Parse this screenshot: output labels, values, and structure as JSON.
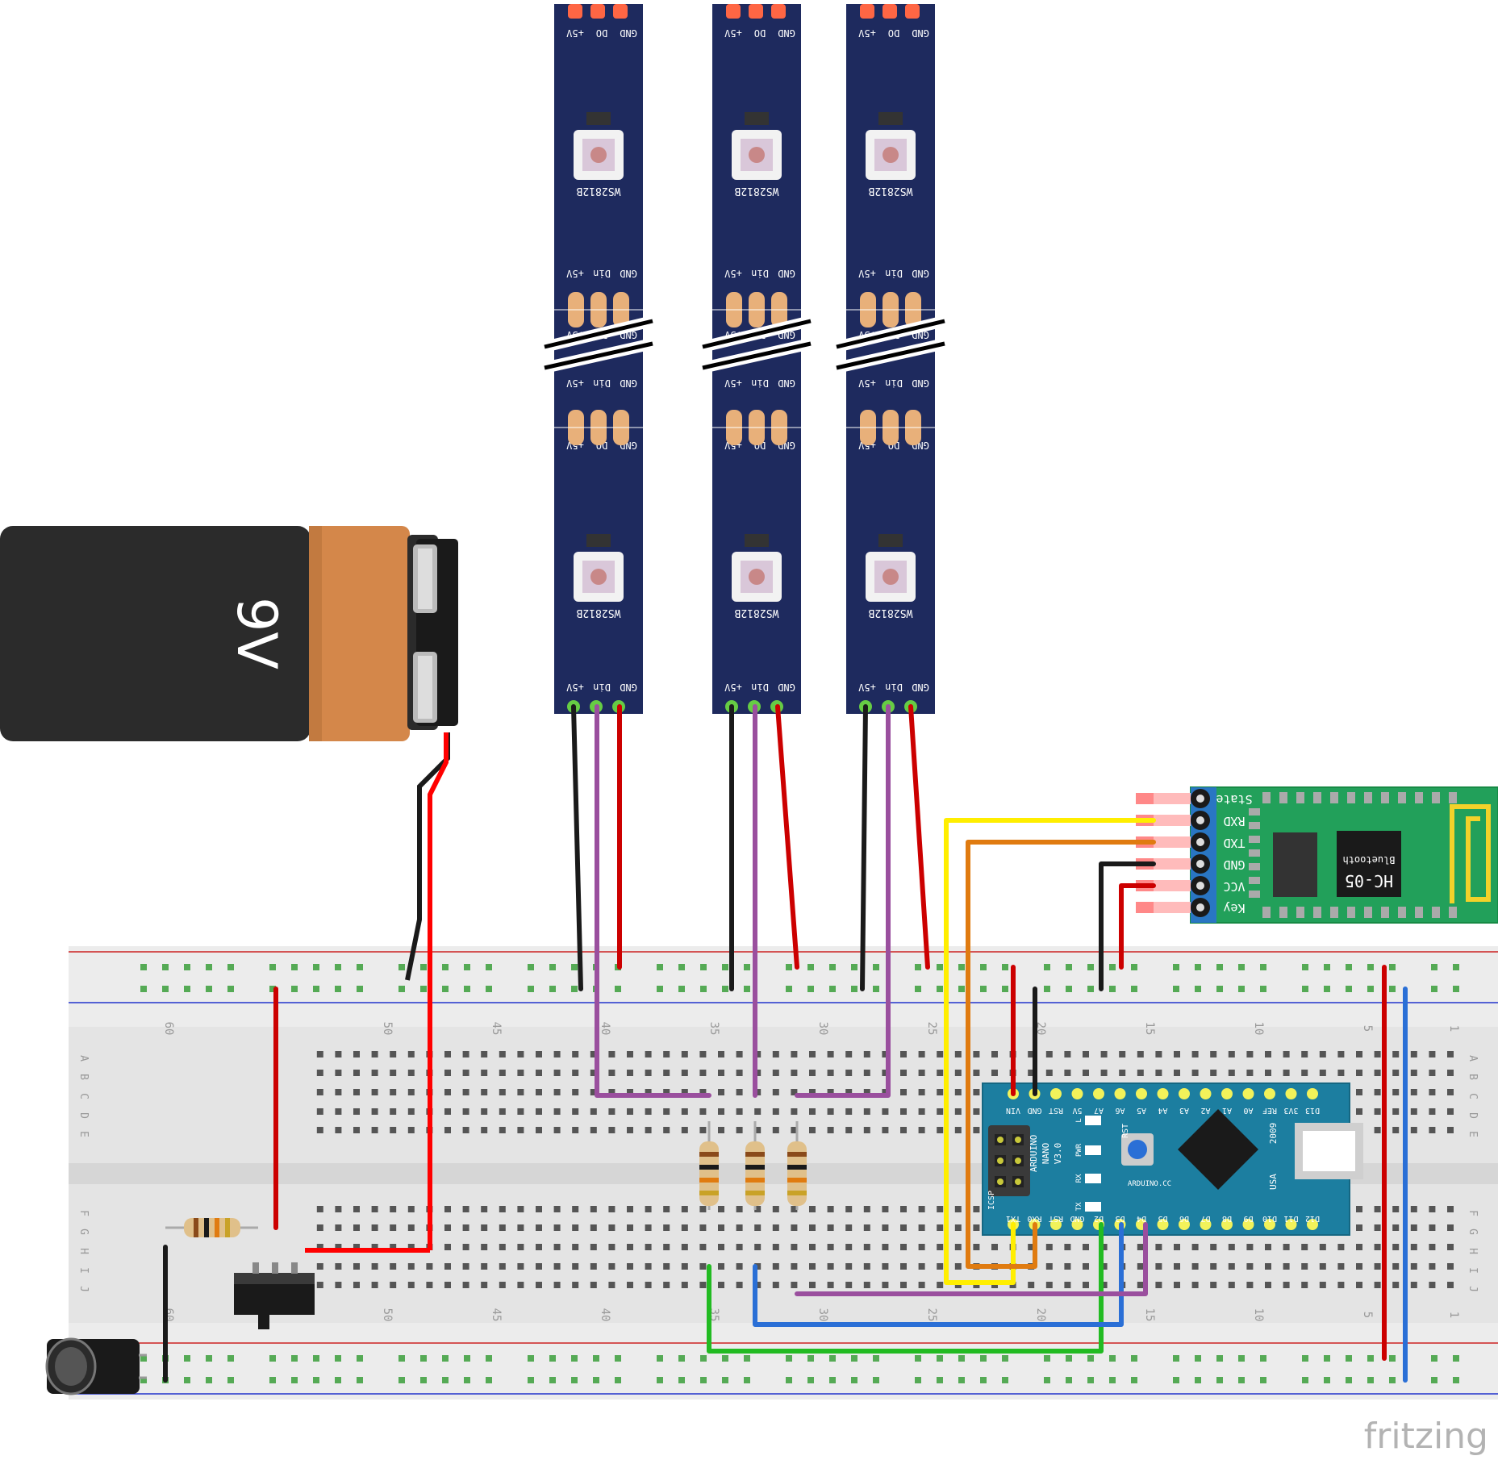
{
  "battery": {
    "label": "9V"
  },
  "led_strip": {
    "pins_top": [
      "GND",
      "DO",
      "+5V"
    ],
    "pins_mid": [
      "GND",
      "Din",
      "+5V"
    ],
    "chip": "WS2812B",
    "strip_count": 3
  },
  "breadboard": {
    "col_numbers": [
      "60",
      "50",
      "45",
      "40",
      "35",
      "30",
      "25",
      "20",
      "15",
      "10",
      "5",
      "1"
    ],
    "row_letters_top": [
      "A",
      "B",
      "C",
      "D",
      "E"
    ],
    "row_letters_bottom": [
      "F",
      "G",
      "H",
      "I",
      "J"
    ]
  },
  "arduino": {
    "top_pins": [
      "VIN",
      "GND",
      "RST",
      "5V",
      "A7",
      "A6",
      "A5",
      "A4",
      "A3",
      "A2",
      "A1",
      "A0",
      "REF",
      "3V3",
      "D13"
    ],
    "bottom_pins": [
      "TX1",
      "RX0",
      "RST",
      "GND",
      "D2",
      "D3",
      "D4",
      "D5",
      "D6",
      "D7",
      "D8",
      "D9",
      "D10",
      "D11",
      "D12"
    ],
    "name": "ARDUINO",
    "model": "NANO",
    "version": "V3.0",
    "brand": "ARDUINO.CC",
    "year": "2009",
    "country": "USA",
    "icsp": "ICSP",
    "leds": [
      "L",
      "PWR",
      "RX",
      "TX"
    ],
    "reset": "RST"
  },
  "bluetooth": {
    "pins": [
      "State",
      "RXD",
      "TXD",
      "GND",
      "VCC",
      "Key"
    ],
    "model": "HC-05",
    "brand": "Bluetooth"
  },
  "brand": {
    "logo": "fritzing"
  },
  "colors": {
    "strip": "#1e2a5e",
    "wire_red": "#cc0000",
    "wire_black": "#1a1a1a",
    "wire_purple": "#9a4f9e",
    "wire_yellow": "#ffee00",
    "wire_orange": "#e07b10",
    "wire_green": "#22bb22",
    "wire_blue": "#2a6fd6",
    "arduino": "#1c7ea0",
    "hc05": "#22a05a",
    "battery_copper": "#d4874a"
  }
}
